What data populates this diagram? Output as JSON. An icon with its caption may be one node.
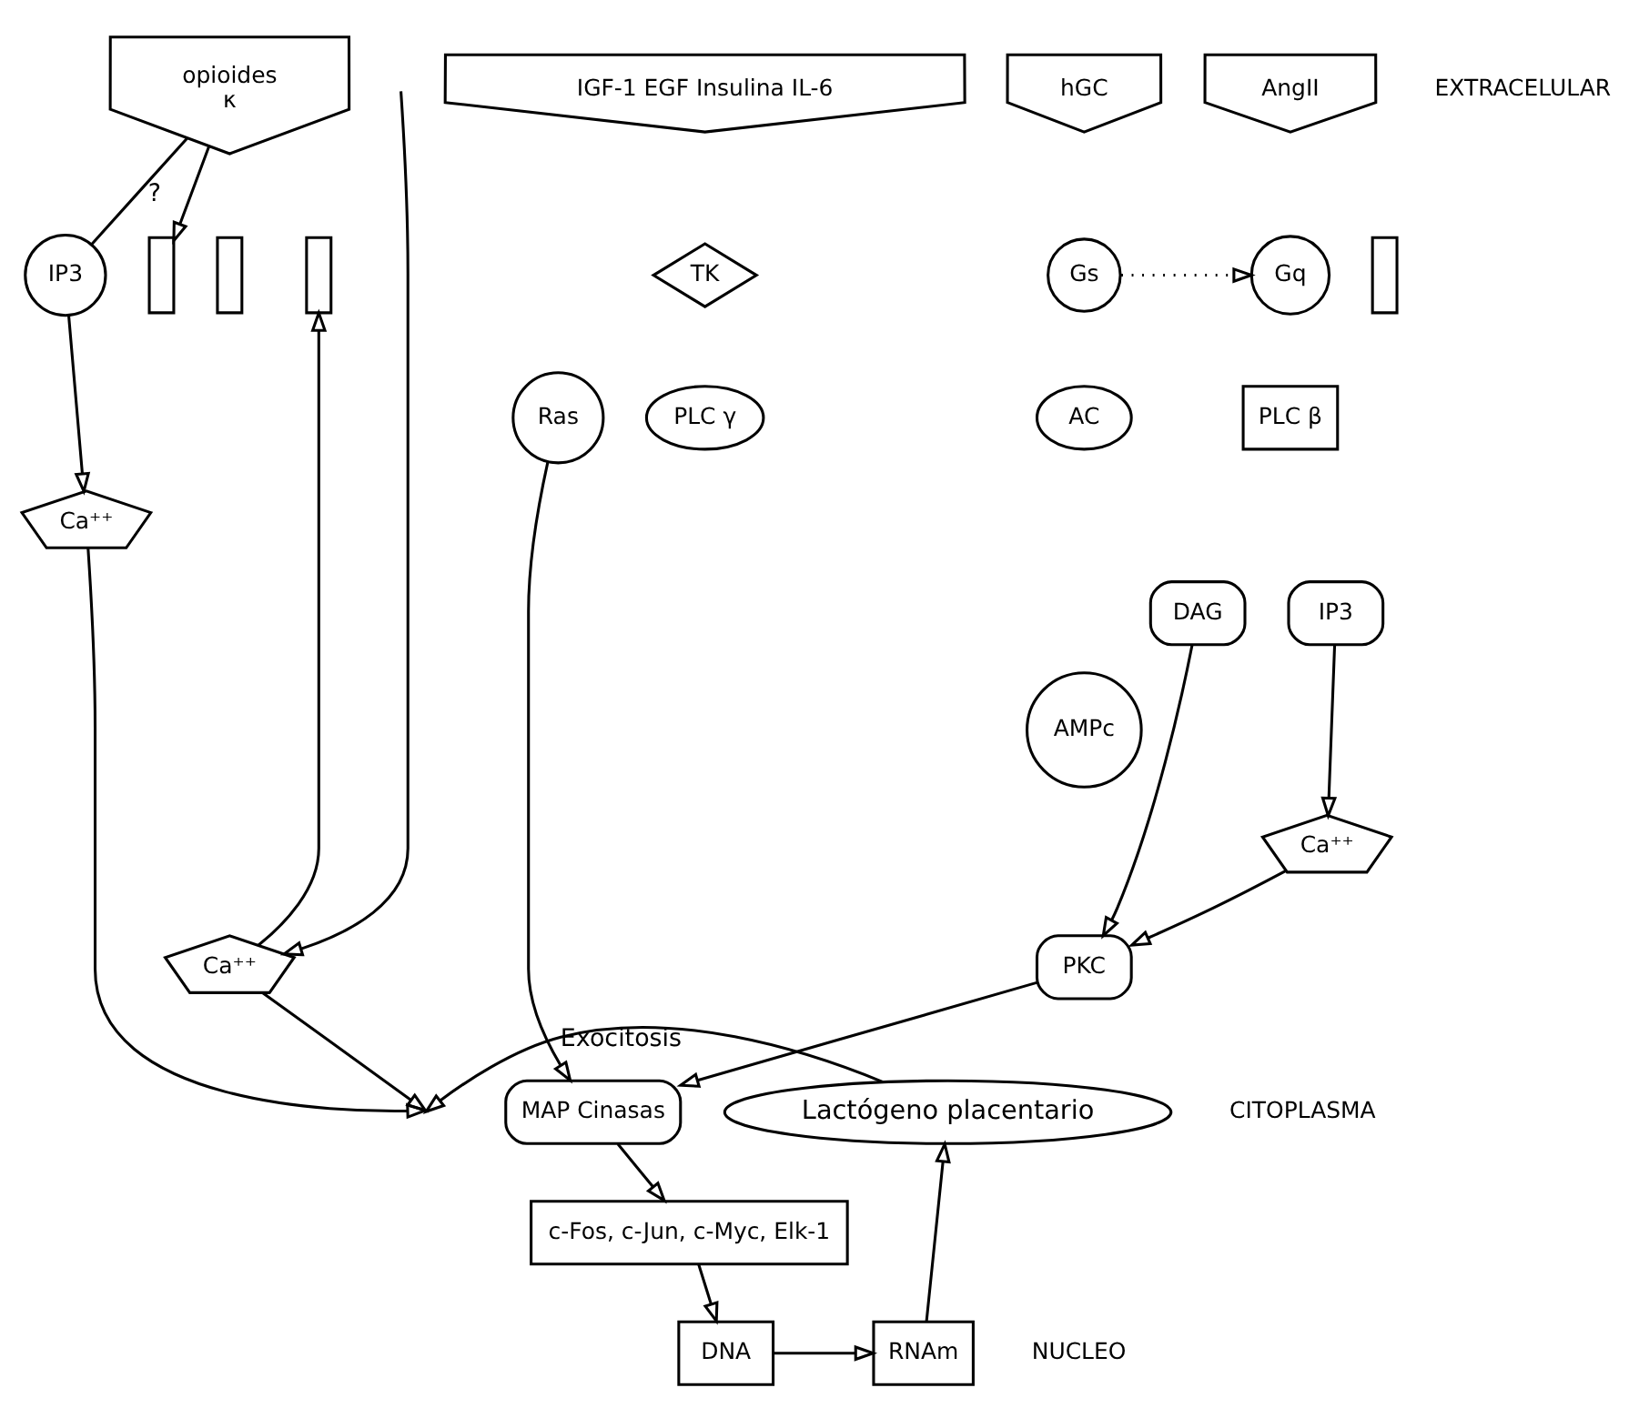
{
  "diagram": {
    "nodes": [
      {
        "text": [
          "hGC"
        ]
      },
      {
        "text": [
          "Gs"
        ]
      },
      {
        "text": [
          "AC"
        ]
      },
      {
        "text": [
          "AMPc"
        ]
      },
      {
        "text": [
          "AngII"
        ]
      },
      {
        "text": [
          "Gq"
        ]
      },
      {
        "text": [
          "PLC β"
        ]
      },
      {
        "text": [
          "IP3"
        ]
      },
      {
        "text": [
          "DAG"
        ]
      },
      {
        "text": [
          "Ca⁺⁺"
        ]
      },
      {
        "text": [
          "IGF-1 EGF Insulina IL-6"
        ]
      },
      {
        "text": [
          "TK"
        ]
      },
      {
        "text": [
          "PLC γ"
        ]
      },
      {
        "text": [
          "Ras"
        ]
      },
      {
        "text": [
          "opioides",
          "κ"
        ]
      },
      {
        "text": [
          "IP3"
        ]
      },
      {
        "text": [
          "Ca⁺⁺"
        ]
      },
      {
        "text": [],
        "shape": "bar"
      },
      {
        "text": [],
        "shape": "bar"
      },
      {
        "text": [],
        "shape": "bar"
      },
      {
        "text": [],
        "shape": "bar"
      },
      {
        "text": [
          "Ca⁺⁺"
        ]
      },
      {
        "text": [
          "PKC"
        ]
      },
      {
        "text": [
          "MAP Cinasas"
        ]
      },
      {
        "text": [
          "Lactógeno placentario"
        ]
      },
      {
        "text": [
          "c-Fos, c-Jun, c-Myc, Elk-1"
        ]
      },
      {
        "text": [
          "DNA"
        ]
      },
      {
        "text": [
          "RNAm"
        ]
      }
    ],
    "edges": [
      {
        "from": 1,
        "to": 5,
        "arrow": "to",
        "style": "dashed"
      },
      {
        "from": 7,
        "to": 9,
        "arrow": "to"
      },
      {
        "from": 9,
        "to": 22,
        "arrow": "to"
      },
      {
        "from": 8,
        "to": 22,
        "arrow": "to"
      },
      {
        "from": 13,
        "to": 23,
        "arrow": "to"
      },
      {
        "from": 22,
        "to": 23,
        "arrow": "to"
      },
      {
        "from": 14,
        "to": 15,
        "label": "?",
        "arrow": "none"
      },
      {
        "from": 15,
        "to": 16,
        "arrow": "to"
      },
      {
        "from": 14,
        "to": 17,
        "arrow": "to"
      },
      {
        "from": null,
        "to": 21,
        "arrow": "to"
      },
      {
        "from": 21,
        "to": 19,
        "arrow": "to"
      },
      {
        "from": 16,
        "to": null,
        "arrow": "to"
      },
      {
        "from": 21,
        "to": null,
        "arrow": "to"
      },
      {
        "from": 24,
        "to": null,
        "label": "Exocitosis",
        "arrow": "to"
      },
      {
        "from": 23,
        "to": 25,
        "arrow": "to"
      },
      {
        "from": 25,
        "to": 26,
        "arrow": "to"
      },
      {
        "from": 26,
        "to": 27,
        "arrow": "to"
      },
      {
        "from": 27,
        "to": 24,
        "arrow": "to"
      }
    ],
    "labels": [
      "EXTRACELULAR",
      "CITOPLASMA",
      "NUCLEO"
    ]
  }
}
